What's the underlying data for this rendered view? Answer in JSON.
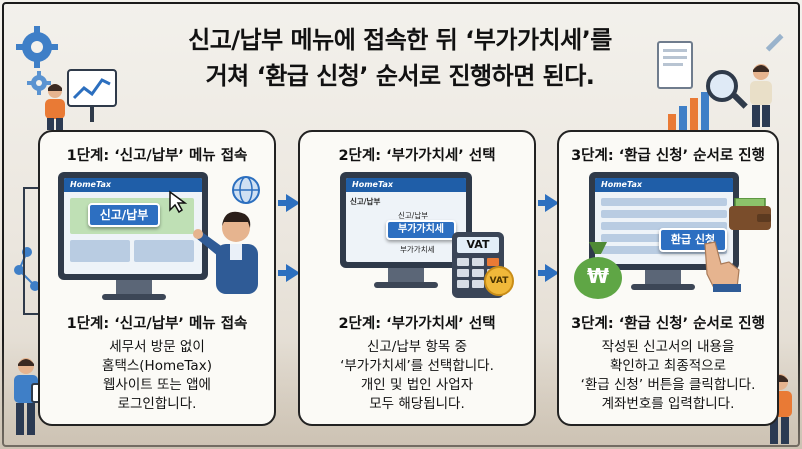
{
  "headline": {
    "line1": "신고/납부 메뉴에 접속한 뒤 ‘부가가치세’를",
    "line2": "거쳐 ‘환급 신청’ 순서로 진행하면 된다."
  },
  "steps": [
    {
      "title_top": "1단계: ‘신고/납부’ 메뉴 접속",
      "title_mid": "1단계: ‘신고/납부’ 메뉴 접속",
      "screen_brand": "HomeTax",
      "screen_button": "신고/납부",
      "desc": [
        "세무서 방문 없이",
        "홈택스(HomeTax)",
        "웹사이트 또는 앱에",
        "로그인합니다."
      ]
    },
    {
      "title_top": "2단계: ‘부가가치세’ 선택",
      "title_mid": "2단계: ‘부가가치세’ 선택",
      "screen_brand": "HomeTax",
      "screen_tab": "신고/납부",
      "menu_items": [
        "신고/납부",
        "부가가치세",
        "부가가치세"
      ],
      "calculator_label": "VAT",
      "coin_label": "VAT",
      "desc": [
        "신고/납부 항목 중",
        "‘부가가치세’를 선택합니다.",
        "개인 및 법인 사업자",
        "모두 해당됩니다."
      ]
    },
    {
      "title_top": "3단계: ‘환급 신청’ 순서로 진행",
      "title_mid": "3단계: ‘환급 신청’ 순서로 진행",
      "screen_brand": "HomeTax",
      "screen_button": "환급 신청",
      "bag_label": "₩",
      "desc": [
        "작성된 신고서의 내용을",
        "확인하고 최종적으로",
        "‘환급 신청’ 버튼을 클릭합니다.",
        "계좌번호를 입력합니다."
      ]
    }
  ],
  "colors": {
    "accent": "#2c6fbf",
    "brand_bar": "#1f5ea8",
    "border": "#222222"
  }
}
